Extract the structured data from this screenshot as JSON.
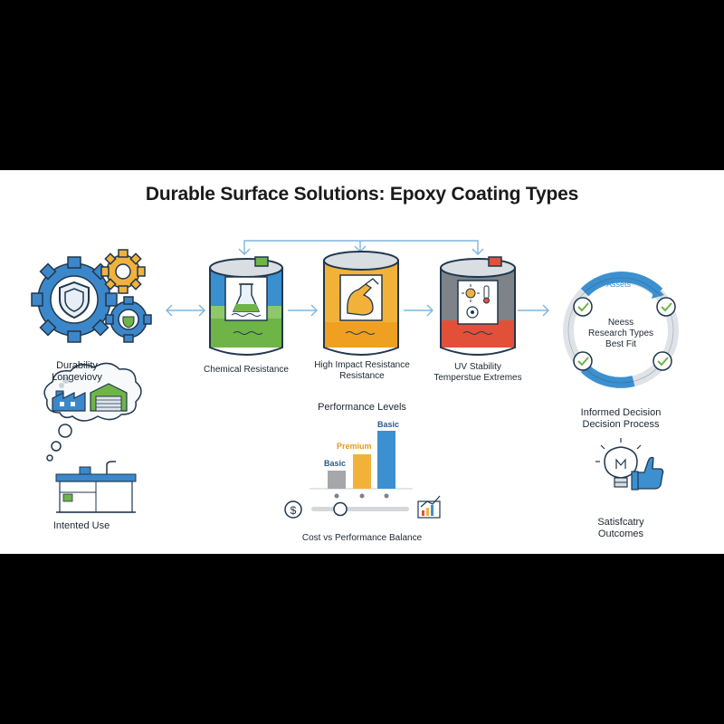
{
  "title": "Durable Surface Solutions: Epoxy Coating Types",
  "left": {
    "gear_label_1": "Durability",
    "gear_label_2": "Longeviovy",
    "use_label": "Intented Use"
  },
  "cans": [
    {
      "label": "Chemical Resistance",
      "color": "#3a8fcf",
      "band": "#6fb446"
    },
    {
      "label_1": "High Impact Resistance",
      "label_2": "Resistance",
      "color": "#f2b23a",
      "band": "#f0a020"
    },
    {
      "label_1": "UV Stability",
      "label_2": "Temperstue Extremes",
      "color": "#7d8388",
      "band": "#e2503a"
    }
  ],
  "performance": {
    "title": "Performance Levels",
    "bar_labels": [
      "Basic",
      "Premium",
      "Basic"
    ],
    "bar_colors": [
      "#a5a8ab",
      "#f2b23a",
      "#3c90cf"
    ],
    "slider_label": "Cost vs Performance Balance"
  },
  "cycle": {
    "arrow_label": "Assets",
    "center_1": "Neess",
    "center_2": "Research Types",
    "center_3": "Best Fit",
    "caption_1": "Informed Decision",
    "caption_2": "Decision Process"
  },
  "outcome": {
    "label_1": "Satisfcatry",
    "label_2": "Outcomes"
  }
}
